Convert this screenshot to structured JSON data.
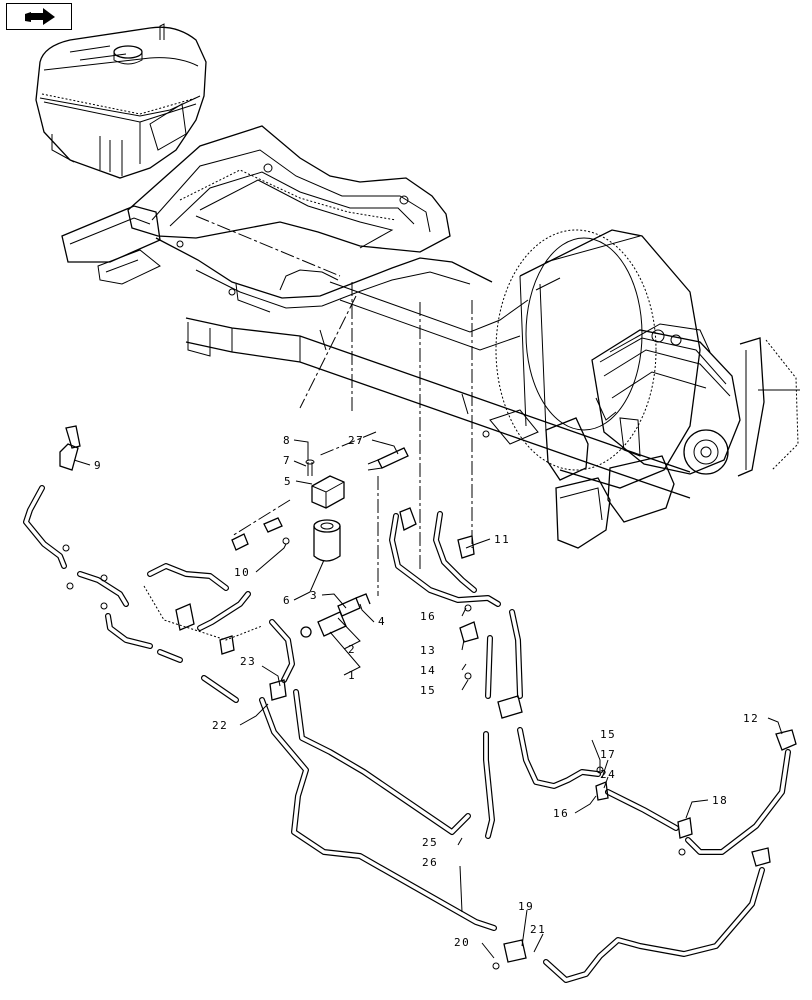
{
  "toolbar": {
    "next_icon": "arrow-right-icon"
  },
  "callouts": [
    "1",
    "2",
    "3",
    "4",
    "5",
    "6",
    "7",
    "8",
    "9",
    "10",
    "11",
    "12",
    "13",
    "14",
    "15",
    "15",
    "15",
    "16",
    "16",
    "17",
    "18",
    "19",
    "20",
    "21",
    "22",
    "23",
    "24",
    "25",
    "26",
    "27"
  ]
}
